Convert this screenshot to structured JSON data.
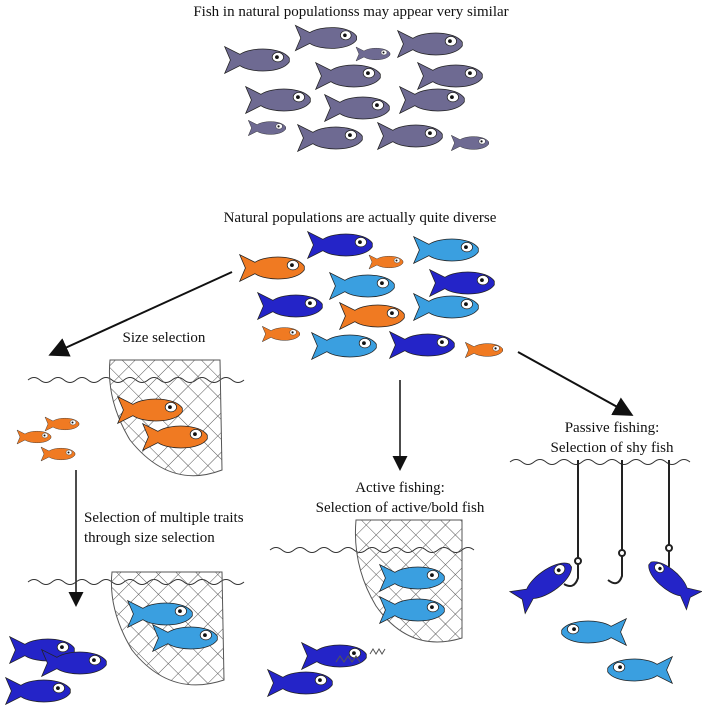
{
  "labels": {
    "top_title": "Fish in natural populationss may appear very similar",
    "mid_title": "Natural populations are actually quite diverse",
    "size_selection": "Size selection",
    "multiple_traits_line1": "Selection of multiple traits",
    "multiple_traits_line2": "through size selection",
    "active_line1": "Active fishing:",
    "active_line2": "Selection of active/bold fish",
    "passive_line1": "Passive fishing:",
    "passive_line2": "Selection of shy fish"
  },
  "colors": {
    "grey_fish": "#6e6a92",
    "orange_fish": "#f07a22",
    "light_blue_fish": "#3a9fe0",
    "dark_blue_fish": "#2424c8",
    "net": "#555555",
    "water": "#333333",
    "arrow": "#111111"
  },
  "groups": {
    "grey_school": "uniform-population",
    "mixed_school": "diverse-population"
  }
}
